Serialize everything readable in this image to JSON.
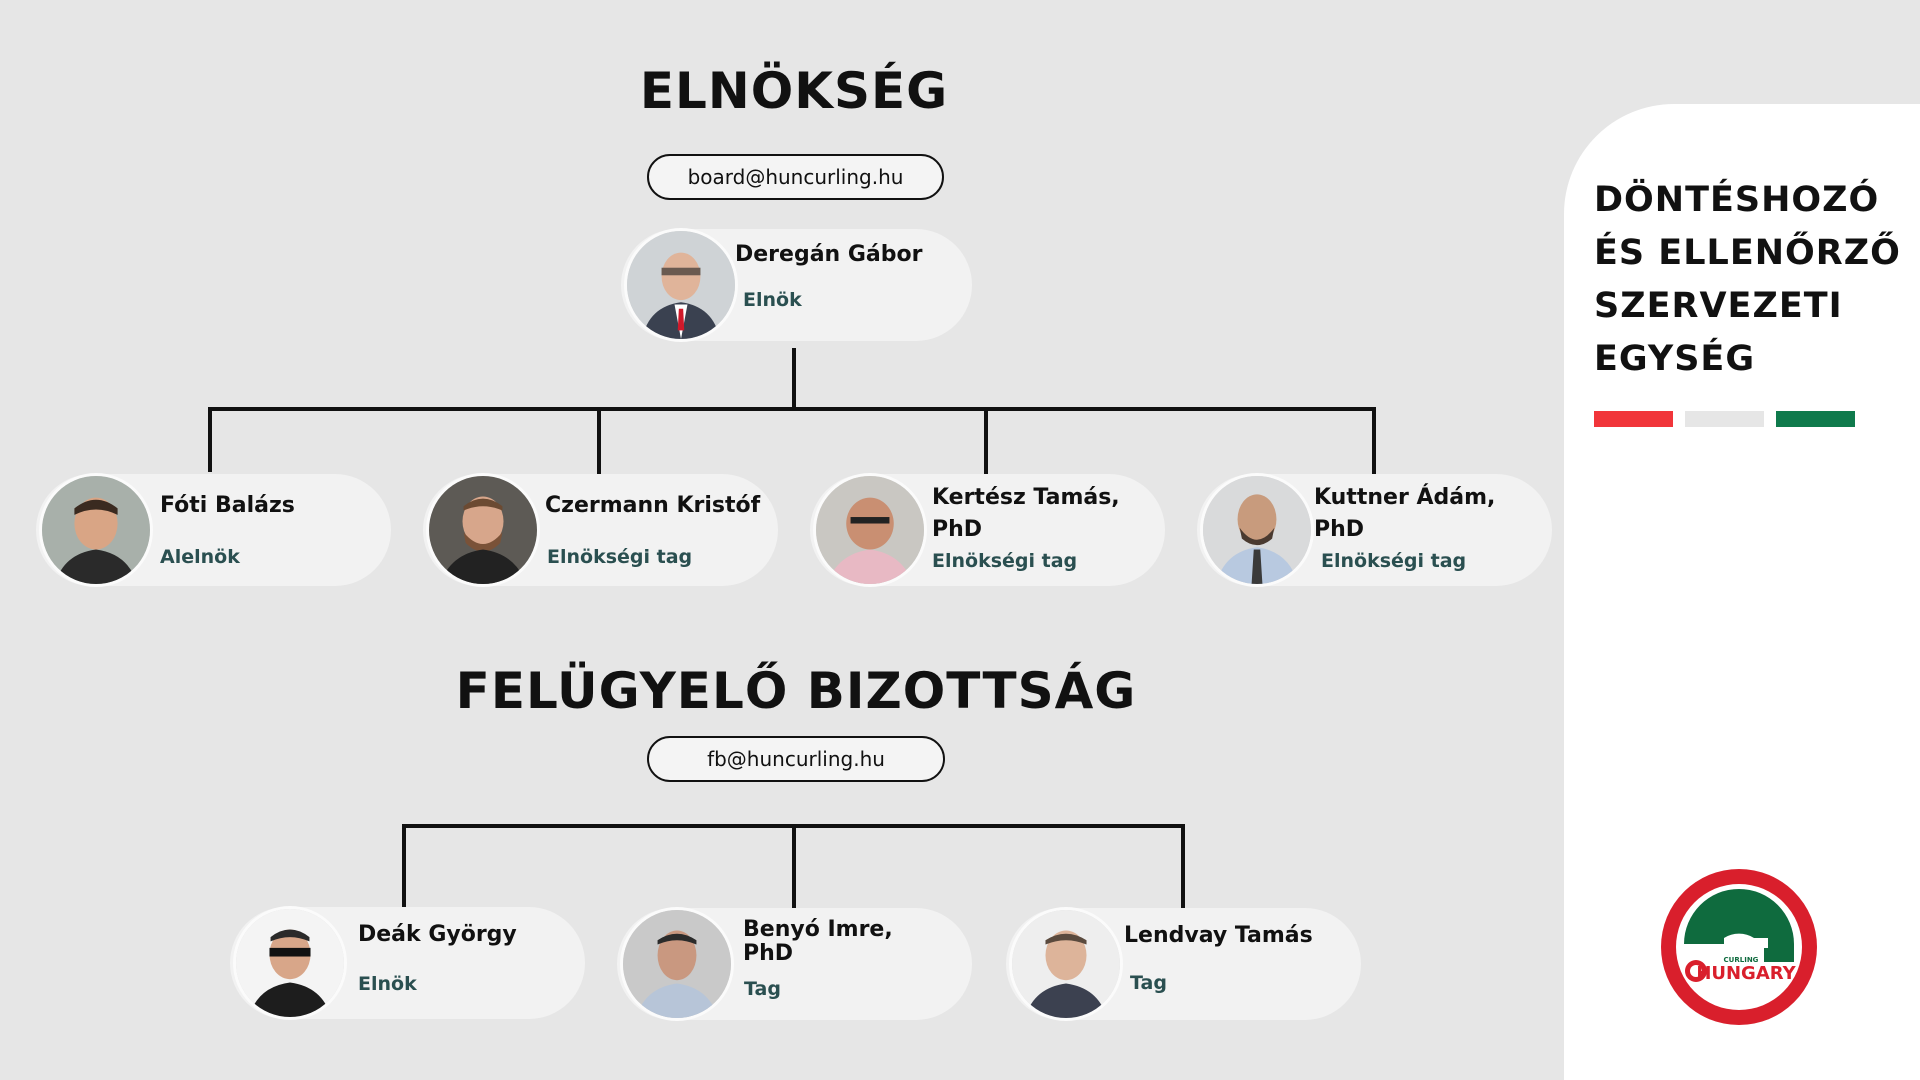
{
  "board": {
    "title": "ELNÖKSÉG",
    "email": "board@huncurling.hu",
    "president": {
      "name": "Deregán Gábor",
      "role": "Elnök"
    },
    "members": [
      {
        "name": "Fóti Balázs",
        "role": "Alelnök"
      },
      {
        "name": "Czermann Kristóf",
        "role": "Elnökségi tag"
      },
      {
        "name": "Kertész Tamás, PhD",
        "role": "Elnökségi tag"
      },
      {
        "name": "Kuttner Ádám, PhD",
        "role": "Elnökségi tag"
      }
    ]
  },
  "supervisory": {
    "title": "FELÜGYELŐ BIZOTTSÁG",
    "email": "fb@huncurling.hu",
    "members": [
      {
        "name": "Deák György",
        "role": "Elnök"
      },
      {
        "name": "Benyó Imre, PhD",
        "role": "Tag"
      },
      {
        "name": "Lendvay Tamás",
        "role": "Tag"
      }
    ]
  },
  "sidebar": {
    "title": "DÖNTÉSHOZÓ ÉS ELLENŐRZŐ SZERVEZETI EGYSÉG",
    "flag_colors": [
      "#f1353a",
      "#e6e6e6",
      "#0f7a4c"
    ],
    "logo": {
      "top_text": "CURLING",
      "main_text": "HUNGARY",
      "ring_color": "#d91f2c",
      "accent_color": "#0f6b3e"
    }
  },
  "colors": {
    "background": "#e6e6e6",
    "card": "#f2f2f2",
    "role_text": "#2a4f50"
  }
}
